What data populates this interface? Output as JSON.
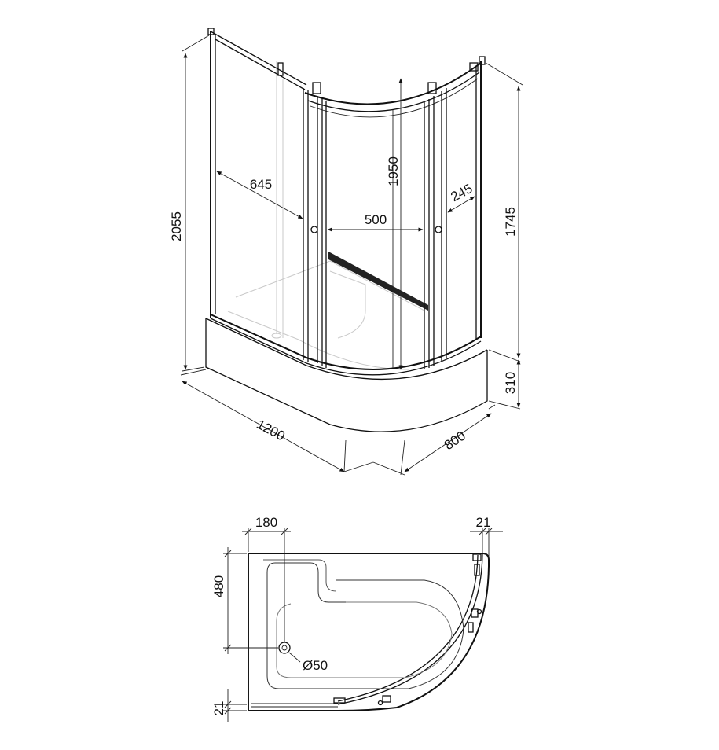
{
  "view_3d": {
    "dims": {
      "total_height": "2055",
      "glass_height": "1950",
      "door_height": "1745",
      "tray_height": "310",
      "length": "1200",
      "width": "800",
      "side_panel": "645",
      "door_opening": "500",
      "corner_panel": "245"
    }
  },
  "view_plan": {
    "dims": {
      "drain_offset_x": "180",
      "profile_right": "21",
      "drain_offset_y": "480",
      "drain_diameter": "Ø50",
      "profile_bottom": "21"
    }
  },
  "colors": {
    "line": "#111111",
    "ghost": "#c9c9c9",
    "background": "#ffffff"
  }
}
